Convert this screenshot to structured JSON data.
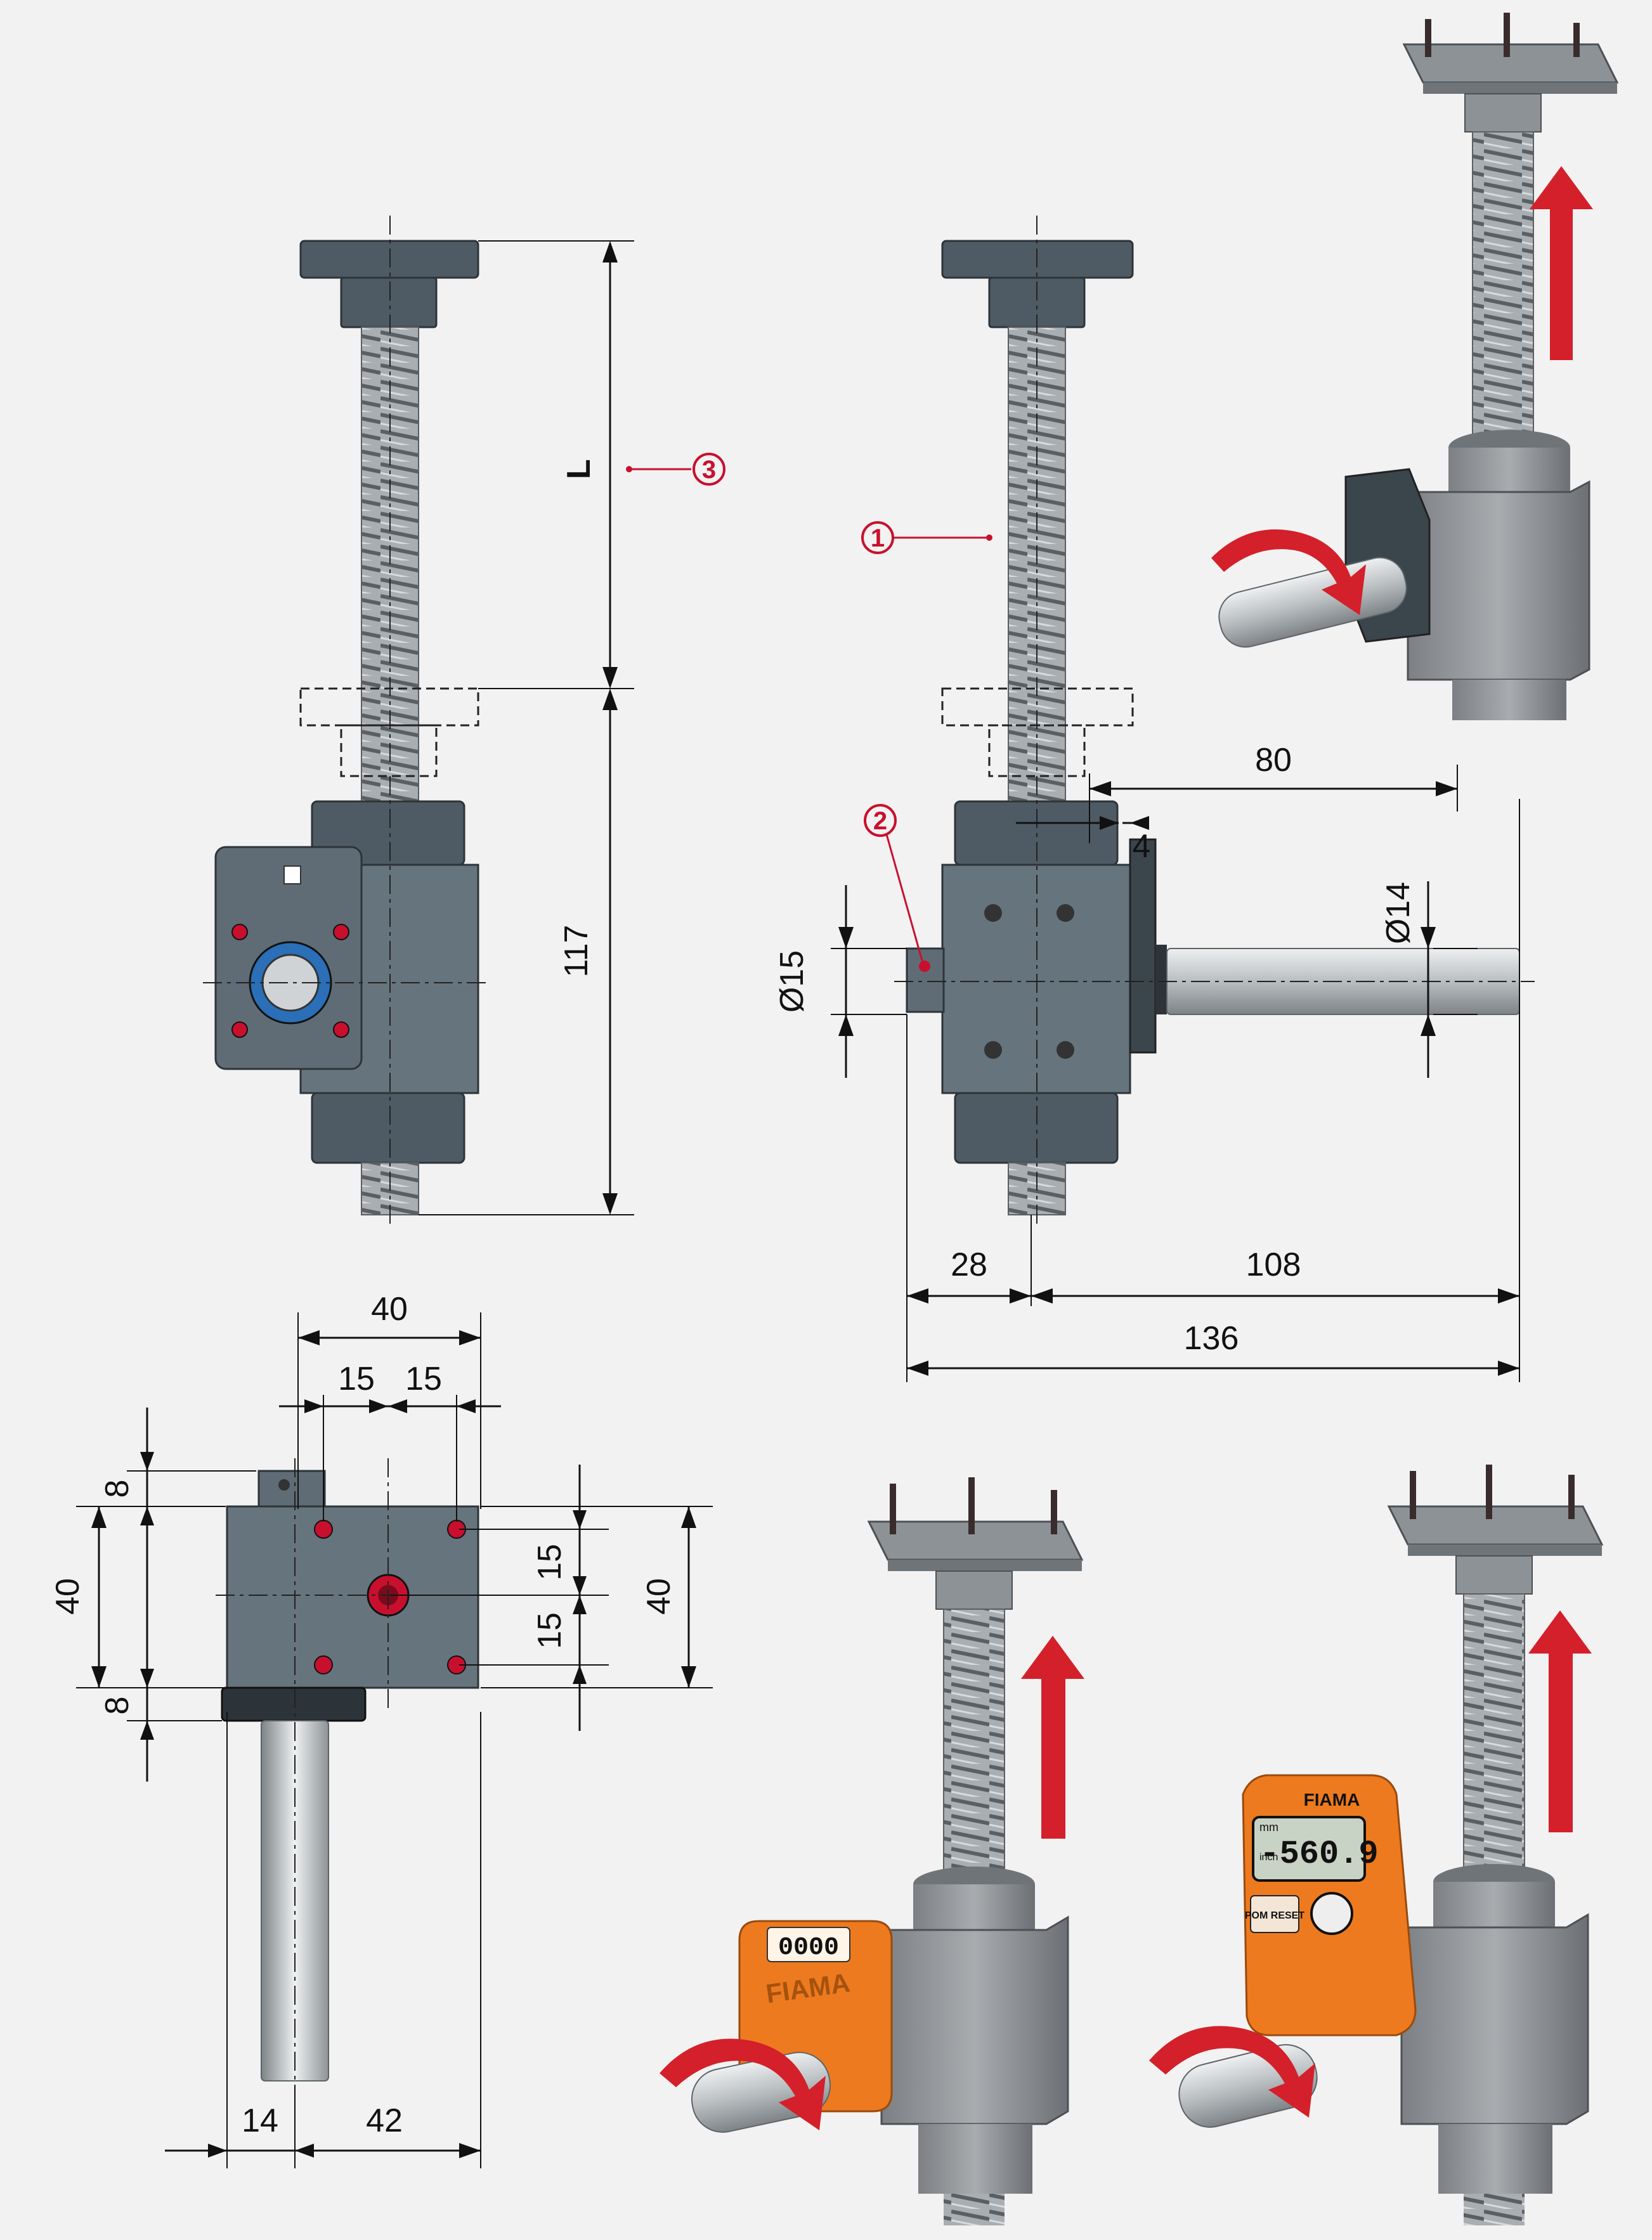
{
  "dimensions": {
    "L": "L",
    "d117": "117",
    "d80": "80",
    "d4": "4",
    "dia14": "Ø14",
    "dia15": "Ø15",
    "d28": "28",
    "d108": "108",
    "d136": "136",
    "d40_top": "40",
    "d15_a": "15",
    "d15_b": "15",
    "d8_top": "8",
    "d40_left": "40",
    "d8_bottom": "8",
    "d15_right_a": "15",
    "d15_right_b": "15",
    "d40_right": "40",
    "d14": "14",
    "d42": "42"
  },
  "callouts": {
    "c1": "1",
    "c2": "2",
    "c3": "3"
  },
  "brand": {
    "counter_mech": "FIAMA",
    "counter_digital": "FIAMA",
    "mech_digits": "0000",
    "digital_reading": "-560.9",
    "digital_unit_mm": "mm",
    "digital_unit_inch": "inch",
    "digital_button": "POM RESET"
  },
  "colors": {
    "body": "#4e5b64",
    "callout": "#c8102e",
    "arrow": "#d3202a",
    "counter": "#ee7a1f"
  }
}
